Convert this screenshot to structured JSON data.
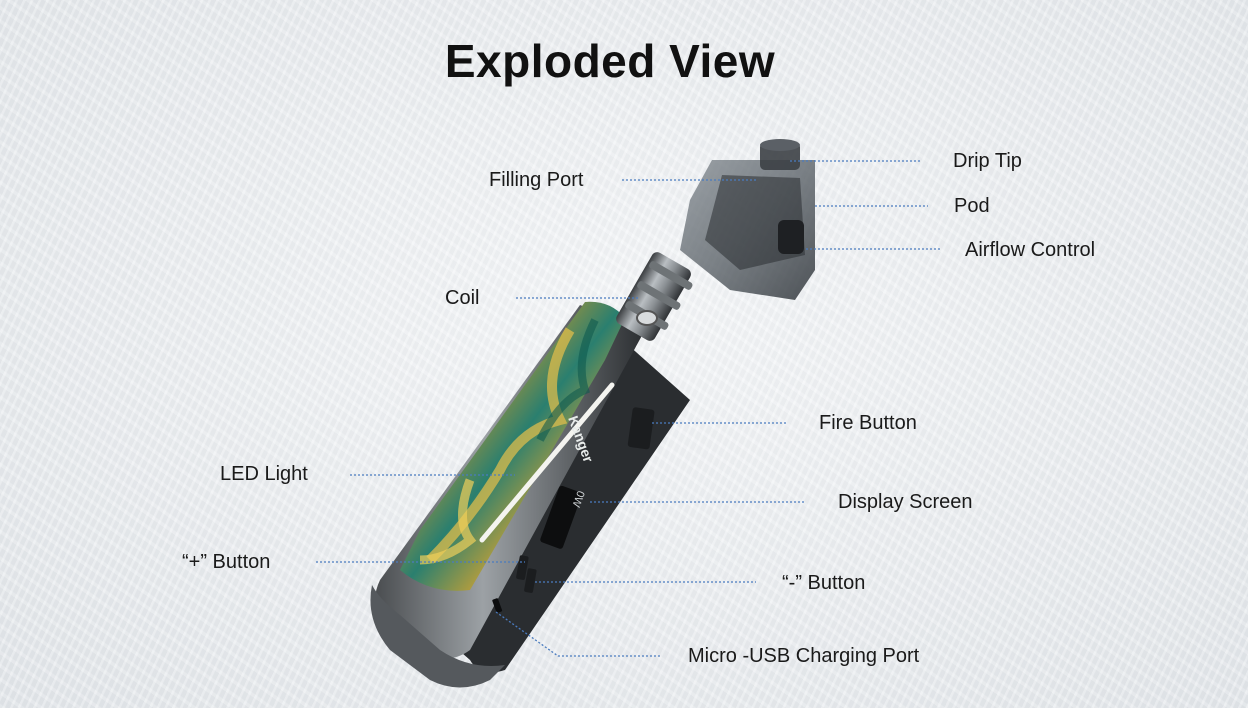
{
  "title": "Exploded View",
  "labels": {
    "drip_tip": "Drip Tip",
    "filling_port": "Filling Port",
    "pod": "Pod",
    "airflow_control": "Airflow Control",
    "coil": "Coil",
    "fire_button": "Fire Button",
    "led_light": "LED Light",
    "display_screen": "Display Screen",
    "plus_button": "“+”  Button",
    "minus_button": "“-”  Button",
    "usb_port": "Micro -USB Charging Port"
  },
  "device": {
    "brand": "Kanger",
    "display_reading": "0W"
  },
  "colors": {
    "leader_line": "#4a7bbf",
    "text": "#1a1a1a"
  }
}
